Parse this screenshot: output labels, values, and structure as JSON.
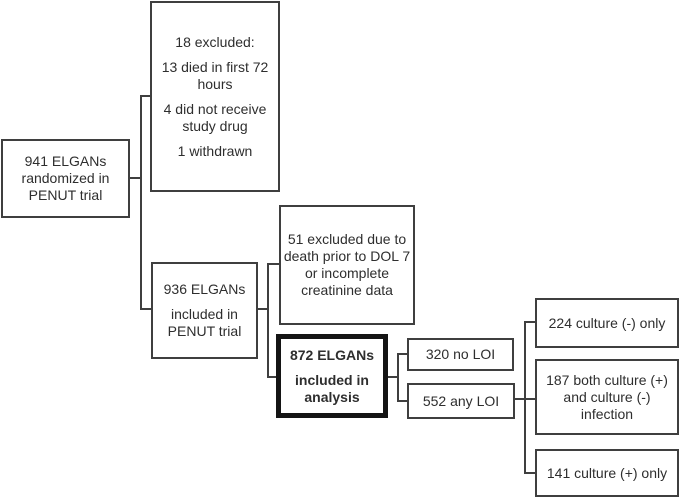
{
  "diagram": {
    "type": "consort-flow-diagram",
    "colors": {
      "line": "#3f3f3f",
      "thin_border": "#3f3f3f",
      "thick_border": "#141414",
      "text": "#2e2e2e",
      "background": "#ffffff"
    },
    "boxes": {
      "randomized": {
        "lines": [
          "941 ELGANs",
          "randomized in",
          "PENUT trial"
        ]
      },
      "excluded_early": {
        "lines": [
          "18 excluded:",
          "13 died in first 72",
          "hours",
          "4 did not receive",
          "study drug",
          "1 withdrawn"
        ]
      },
      "included_trial": {
        "lines": [
          "936 ELGANs",
          "included in",
          "PENUT trial"
        ]
      },
      "excluded_dol7": {
        "lines": [
          "51 excluded due to",
          "death prior to DOL 7",
          "or incomplete",
          "creatinine data"
        ]
      },
      "included_analysis": {
        "lines": [
          "872 ELGANs",
          "included in",
          "analysis"
        ]
      },
      "no_loi": {
        "lines": [
          "320 no LOI"
        ]
      },
      "any_loi": {
        "lines": [
          "552 any LOI"
        ]
      },
      "culture_negative": {
        "lines": [
          "224 culture (-) only"
        ]
      },
      "culture_both": {
        "lines": [
          "187 both culture (+)",
          "and culture (-)",
          "infection"
        ]
      },
      "culture_positive": {
        "lines": [
          "141 culture (+) only"
        ]
      }
    }
  }
}
